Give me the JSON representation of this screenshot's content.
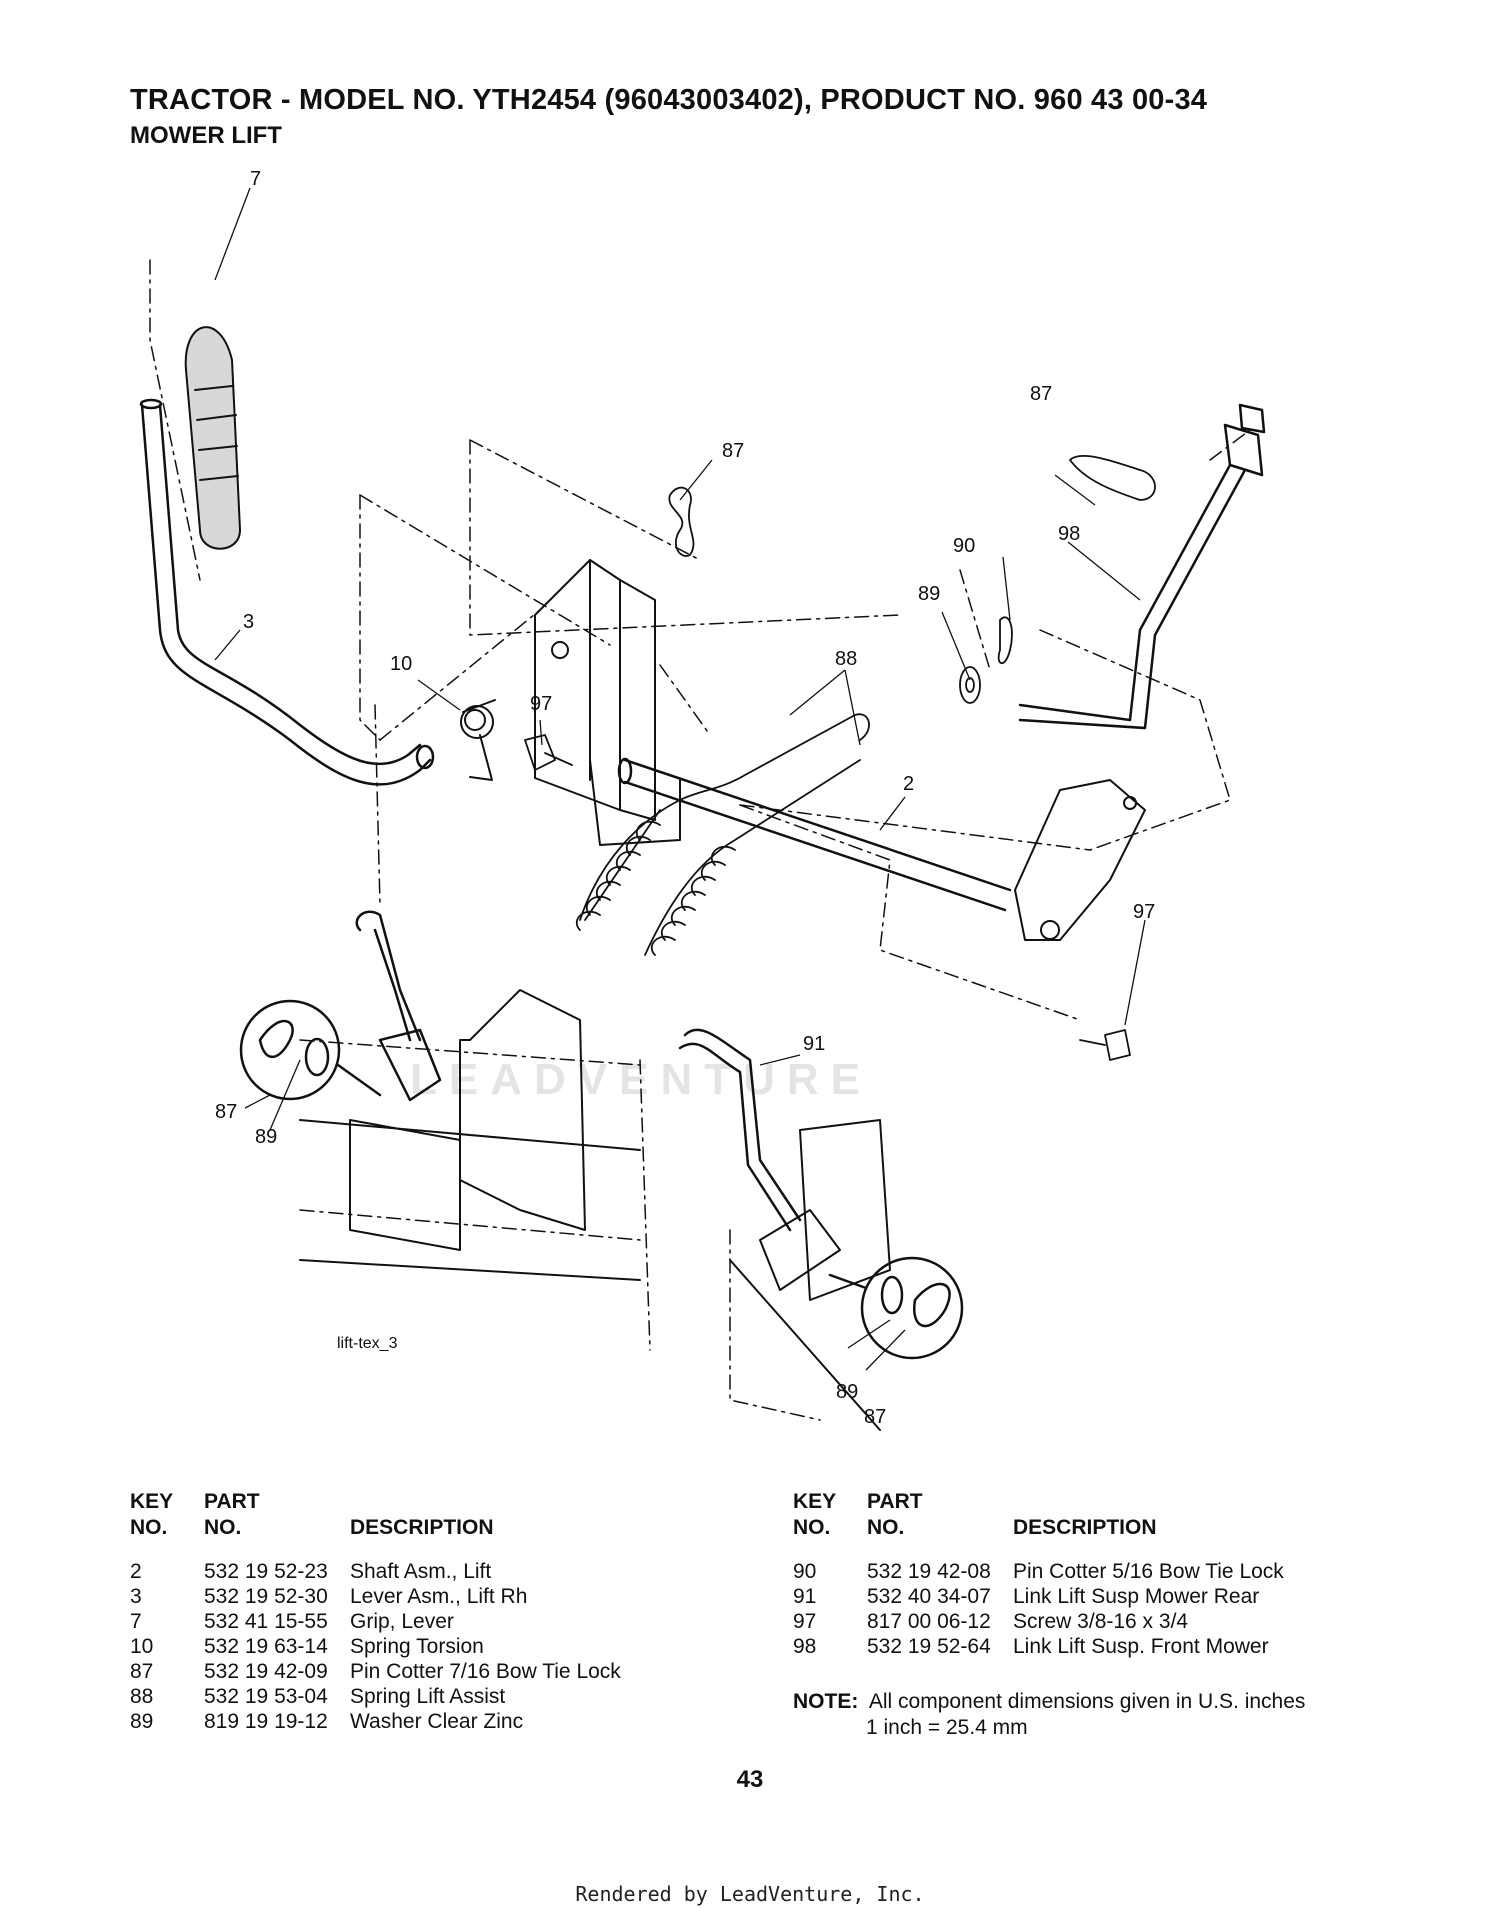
{
  "header": {
    "title": "TRACTOR - MODEL NO. YTH2454 (96043003402), PRODUCT NO. 960 43 00-34",
    "subtitle": "MOWER LIFT"
  },
  "diagram": {
    "callouts": [
      "7",
      "87",
      "87",
      "3",
      "10",
      "97",
      "88",
      "90",
      "98",
      "89",
      "2",
      "97",
      "91",
      "87",
      "89",
      "89",
      "87"
    ],
    "figure_id": "lift-tex_3",
    "watermark": "LEADVENTURE"
  },
  "parts_table": {
    "headers": {
      "key_line1": "KEY",
      "key_line2": "NO.",
      "part_line1": "PART",
      "part_line2": "NO.",
      "description": "DESCRIPTION"
    },
    "left_rows": [
      {
        "key": "2",
        "part": "532 19 52-23",
        "desc": "Shaft Asm., Lift"
      },
      {
        "key": "3",
        "part": "532 19 52-30",
        "desc": "Lever Asm., Lift Rh"
      },
      {
        "key": "7",
        "part": "532 41 15-55",
        "desc": "Grip, Lever"
      },
      {
        "key": "10",
        "part": "532 19 63-14",
        "desc": "Spring  Torsion"
      },
      {
        "key": "87",
        "part": "532 19 42-09",
        "desc": "Pin Cotter 7/16 Bow Tie Lock"
      },
      {
        "key": "88",
        "part": "532 19 53-04",
        "desc": "Spring Lift Assist"
      },
      {
        "key": "89",
        "part": "819 19 19-12",
        "desc": "Washer Clear Zinc"
      }
    ],
    "right_rows": [
      {
        "key": "90",
        "part": "532 19 42-08",
        "desc": "Pin Cotter 5/16 Bow Tie Lock"
      },
      {
        "key": "91",
        "part": "532 40 34-07",
        "desc": "Link Lift Susp Mower Rear"
      },
      {
        "key": "97",
        "part": "817 00 06-12",
        "desc": "Screw 3/8-16 x 3/4"
      },
      {
        "key": "98",
        "part": "532 19 52-64",
        "desc": "Link Lift Susp. Front Mower"
      }
    ]
  },
  "note": {
    "label": "NOTE:",
    "line1": "All component dimensions given in U.S. inches",
    "line2": "1 inch = 25.4 mm"
  },
  "page_number": "43",
  "footer": "Rendered by LeadVenture, Inc."
}
